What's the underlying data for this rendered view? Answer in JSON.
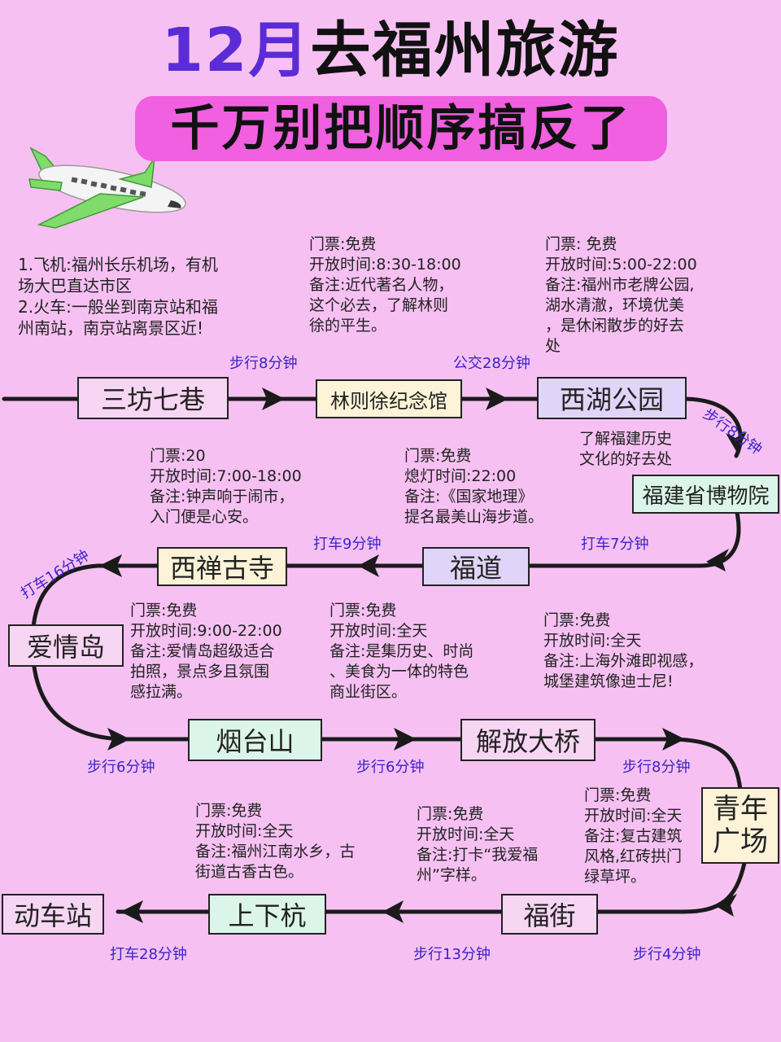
{
  "header": {
    "title_highlight": "12月",
    "title_rest": "去福州旅游",
    "subtitle": "千万别把顺序搞反了"
  },
  "intro": {
    "line1": "1.飞机:福州长乐机场，有机场大巴直达市区",
    "line2": "2.火车:一般坐到南京站和福州南站，南京站离景区近!"
  },
  "stops": {
    "sanfang": "三坊七巷",
    "linzexu": "林则徐纪念馆",
    "xihu": "西湖公园",
    "museum": "福建省博物院",
    "fudao": "福道",
    "xichan": "西禅古寺",
    "aiqingdao": "爱情岛",
    "yantai": "烟台山",
    "jiefang": "解放大桥",
    "qingnian": "青年\n广场",
    "fujie": "福街",
    "shangxiahang": "上下杭",
    "dongche": "动车站"
  },
  "notes": {
    "linzexu": "门票:免费\n开放时间:8:30-18:00\n备注:近代著名人物，\n这个必去，了解林则\n徐的平生。",
    "xihu": "门票: 免费\n开放时间:5:00-22:00\n备注:福州市老牌公园,\n湖水清澈，环境优美\n，是休闲散步的好去\n处",
    "museum": "了解福建历史\n文化的好去处",
    "xichan": "门票:20\n开放时间:7:00-18:00\n备注:钟声响于闹市，\n入门便是心安。",
    "fudao": "门票:免费\n熄灯时间:22:00\n备注:《国家地理》\n提名最美山海步道。",
    "aiqingdao": "门票:免费\n开放时间:9:00-22:00\n备注:爱情岛超级适合\n拍照，景点多且氛围\n感拉满。",
    "yantai": "门票:免费\n开放时间:全天\n备注:是集历史、时尚\n、美食为一体的特色\n商业街区。",
    "jiefang": "门票:免费\n开放时间:全天\n备注:上海外滩即视感，\n城堡建筑像迪士尼!",
    "qingnian": "门票:免费\n开放时间:全天\n备注:复古建筑\n风格,红砖拱门\n绿草坪。",
    "fujie": "门票:免费\n开放时间:全天\n备注:打卡“我爱福\n州”字样。",
    "shangxiahang": "门票:免费\n开放时间:全天\n备注:福州江南水乡，古\n街道古香古色。"
  },
  "legs": {
    "l1": "步行8分钟",
    "l2": "公交28分钟",
    "l3": "步行8分钟",
    "l4": "打车7分钟",
    "l5": "打车9分钟",
    "l6": "打车16分钟",
    "l7": "步行6分钟",
    "l8": "步行6分钟",
    "l9": "步行8分钟",
    "l10": "步行4分钟",
    "l11": "步行13分钟",
    "l12": "打车28分钟"
  },
  "colors": {
    "background": "#f6c1f2",
    "title_highlight": "#5a2bd6",
    "subtitle_bg": "#f060e0",
    "leg_text": "#3b22c8",
    "airplane": "green-white"
  }
}
